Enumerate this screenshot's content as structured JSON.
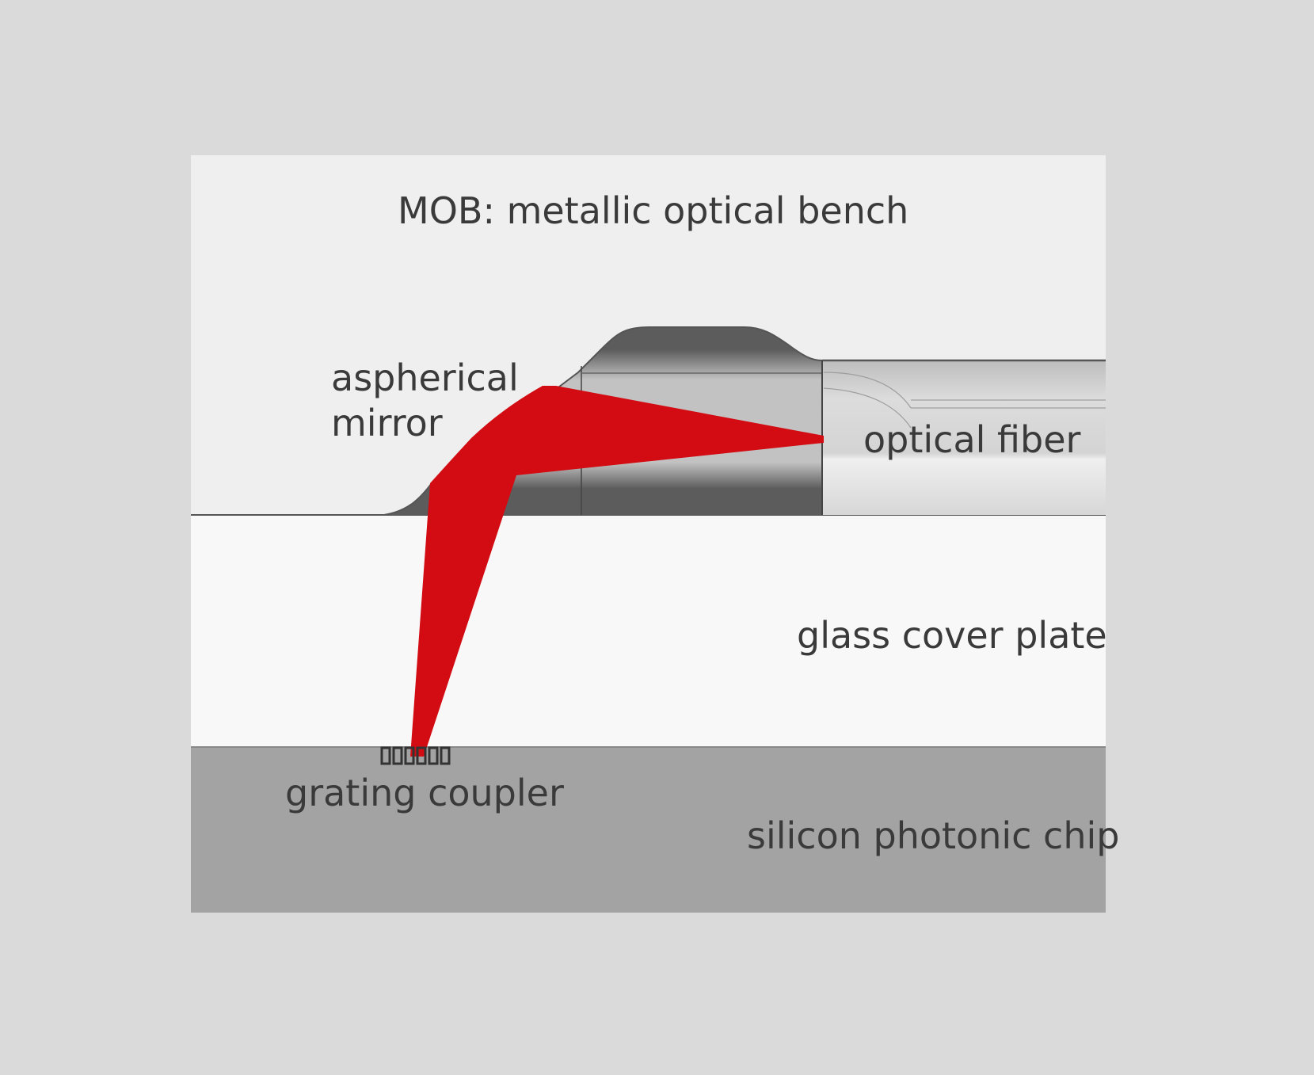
{
  "labels": {
    "title": "MOB: metallic optical bench",
    "mirror_line1": "aspherical",
    "mirror_line2": "mirror",
    "fiber": "optical fiber",
    "glass": "glass cover plate",
    "coupler": "grating coupler",
    "chip": "silicon photonic chip"
  },
  "colors": {
    "page_background": "#dadada",
    "bench_background": "#efefef",
    "metal_dark": "#5c5c5c",
    "metal_light": "#c4c4c4",
    "fiber_fill": "#d6d6d6",
    "glass_fill": "#f8f8f8",
    "chip_fill": "#a3a3a3",
    "beam": "#d20c12",
    "text": "#3a3a3a"
  }
}
